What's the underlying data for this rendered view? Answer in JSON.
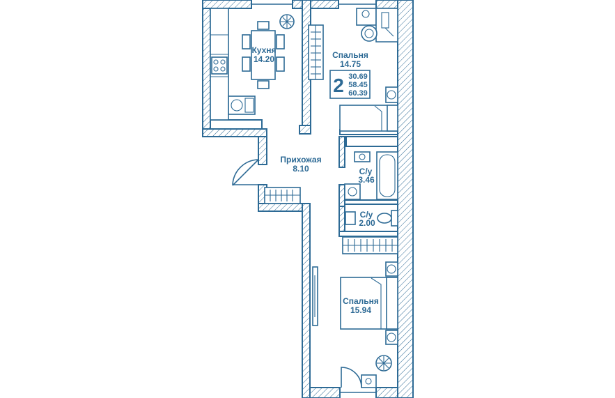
{
  "rooms": {
    "kitchen": {
      "name": "Кухня",
      "area": "14.20"
    },
    "bedroom1": {
      "name": "Спальня",
      "area": "14.75"
    },
    "hallway": {
      "name": "Прихожая",
      "area": "8.10"
    },
    "bathroom": {
      "name": "С/у",
      "area": "3.46"
    },
    "toilet": {
      "name": "С/у",
      "area": "2.00"
    },
    "bedroom2": {
      "name": "Спальня",
      "area": "15.94"
    }
  },
  "summary": {
    "room_count": "2",
    "living_area": "30.69",
    "total_area": "58.45",
    "area_with_balcony": "60.39"
  },
  "colors": {
    "line": "#2d6a95",
    "background": "#ffffff"
  }
}
